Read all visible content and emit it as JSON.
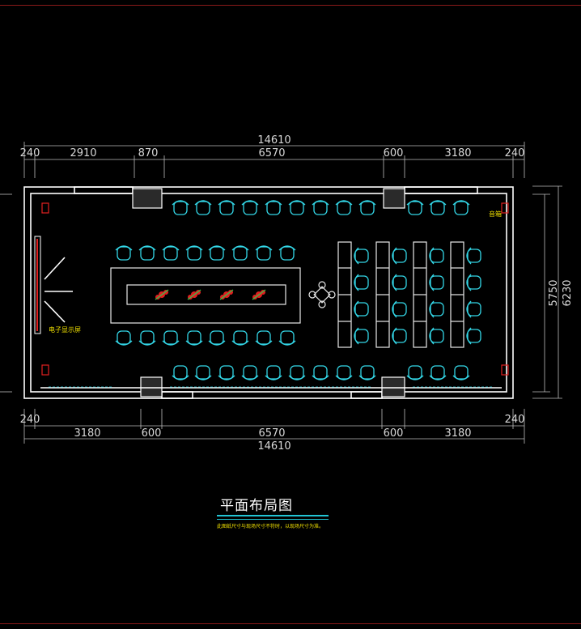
{
  "title": "平面布局图",
  "note": "此图纸尺寸与现场尺寸不符时，以现场尺寸为准。",
  "labels": {
    "screen": "电子显示屏",
    "audio": "音箱"
  },
  "dimensions": {
    "top_total": "14610",
    "top_segments": [
      "240",
      "2910",
      "870",
      "6570",
      "600",
      "3180",
      "240"
    ],
    "bottom_total": "14610",
    "bottom_segments": [
      "240",
      "3180",
      "600",
      "6570",
      "600",
      "3180",
      "240"
    ],
    "right_inner": "5750",
    "right_outer": "6230"
  },
  "colors": {
    "chair": "#33d6e6",
    "wall": "#ffffff",
    "accent_red": "#e02020",
    "text_yellow": "#f0e000",
    "title_underline": "#22c4d4"
  }
}
